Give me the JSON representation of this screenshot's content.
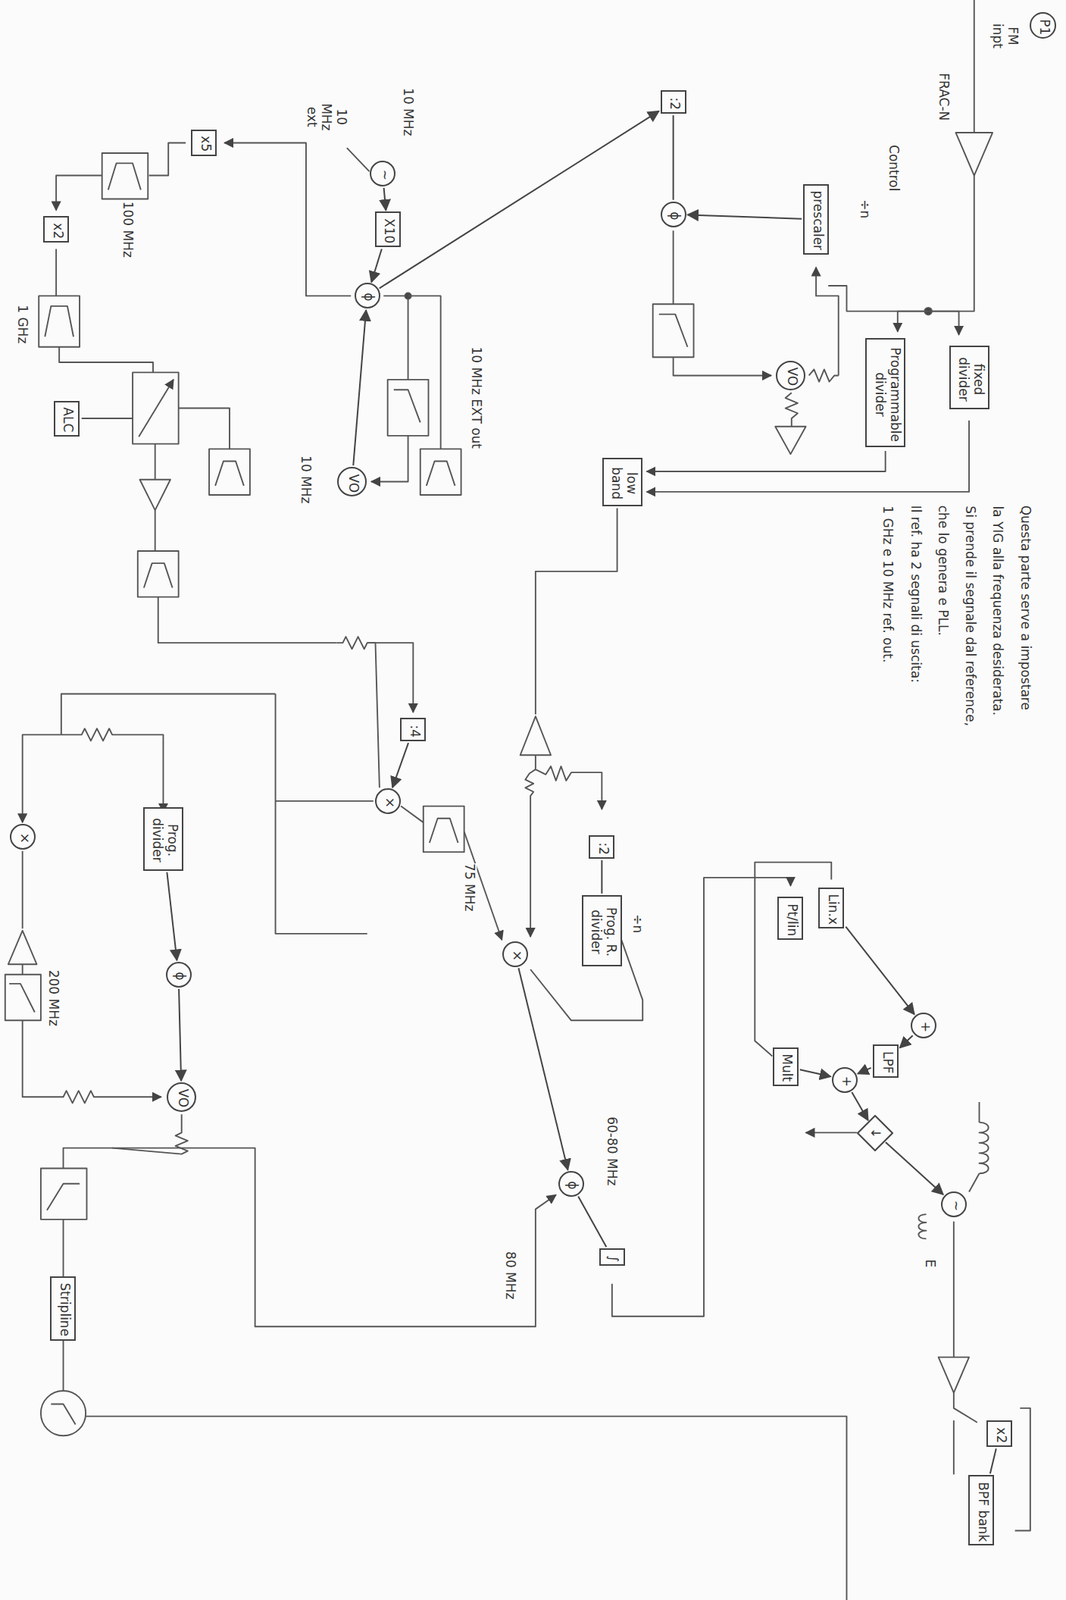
{
  "diagram": {
    "nodes": [
      {
        "text": [
          "P1"
        ]
      },
      {
        "text": [
          ":2"
        ]
      },
      {
        "text": [
          "ϕ"
        ]
      },
      {
        "text": [
          "prescaler"
        ]
      },
      {
        "text": [
          "VO"
        ]
      },
      {
        "text": [
          "fixed divider"
        ]
      },
      {
        "text": [
          "Programmable divider"
        ]
      },
      {
        "text": [
          "low band"
        ]
      },
      {
        "text": [
          "~"
        ]
      },
      {
        "text": [
          "X10"
        ]
      },
      {
        "text": [
          "ϕ"
        ]
      },
      {
        "text": [
          "VO"
        ]
      },
      {
        "text": [
          "x5"
        ]
      },
      {
        "text": [
          "x2"
        ]
      },
      {
        "text": [
          "ALC"
        ]
      },
      {
        "text": [
          ":4"
        ]
      },
      {
        "text": [
          "×"
        ]
      },
      {
        "text": [
          ":2"
        ]
      },
      {
        "text": [
          "Prog. R. divider"
        ]
      },
      {
        "text": [
          "×"
        ]
      },
      {
        "text": [
          "Prog. divider"
        ]
      },
      {
        "text": [
          "×"
        ]
      },
      {
        "text": [
          "ϕ"
        ]
      },
      {
        "text": [
          "VO"
        ]
      },
      {
        "text": [
          "ϕ"
        ]
      },
      {
        "text": [
          "∫"
        ]
      },
      {
        "text": [
          "Stripline"
        ]
      },
      {
        "text": [
          "Lin.x"
        ]
      },
      {
        "text": [
          "Pt/lin"
        ]
      },
      {
        "text": [
          "+"
        ]
      },
      {
        "text": [
          "LPF"
        ]
      },
      {
        "text": [
          "+"
        ]
      },
      {
        "text": [
          "Mult"
        ]
      },
      {
        "text": [
          "↓"
        ]
      },
      {
        "text": [
          "~"
        ]
      },
      {
        "text": [
          "x2"
        ]
      },
      {
        "text": [
          "BPF bank"
        ]
      }
    ],
    "edges": [
      {
        "from": 1,
        "to": 2,
        "arrow": "none"
      },
      {
        "from": 3,
        "to": 2,
        "arrow": "to"
      },
      {
        "from": 8,
        "to": 9,
        "arrow": "to"
      },
      {
        "from": 9,
        "to": 10,
        "arrow": "to"
      },
      {
        "from": 10,
        "to": 1,
        "arrow": "to"
      },
      {
        "from": 15,
        "to": 16,
        "arrow": "to"
      },
      {
        "from": 17,
        "to": 18,
        "arrow": "none"
      },
      {
        "from": 20,
        "to": 22,
        "arrow": "to"
      },
      {
        "from": 22,
        "to": 23,
        "arrow": "to"
      },
      {
        "from": 24,
        "to": 25,
        "arrow": "none"
      },
      {
        "from": 29,
        "to": 30,
        "arrow": "to"
      },
      {
        "from": 30,
        "to": 31,
        "arrow": "to"
      },
      {
        "from": 32,
        "to": 31,
        "arrow": "to"
      },
      {
        "from": 31,
        "to": 33,
        "arrow": "to"
      },
      {
        "from": 27,
        "to": 29,
        "arrow": "to"
      },
      {
        "from": 33,
        "to": 34,
        "arrow": "to"
      },
      {
        "from": 35,
        "to": 36,
        "arrow": "none"
      },
      {
        "from": 19,
        "to": 24,
        "arrow": "to"
      },
      {
        "from": 11,
        "to": 10,
        "arrow": "to"
      }
    ],
    "labels": [
      "FM inpt",
      "FRAC-N",
      "Control",
      "÷n",
      "10 MHz ext",
      "10 MHz",
      "10 MHz EXT out",
      "10 MHz",
      "100 MHz",
      "1 GHz",
      "75 MHz",
      "÷n",
      "60-80 MHz",
      "80 MHz",
      "200 MHz",
      "E",
      "Questa parte serve a impostare",
      "la YIG alla frequenza desiderata.",
      "Si prende il segnale dal reference,",
      "che lo genera e PLL.",
      "Il ref. ha 2 segnali di uscita:",
      "1 GHz e 10 MHz ref. out."
    ]
  }
}
